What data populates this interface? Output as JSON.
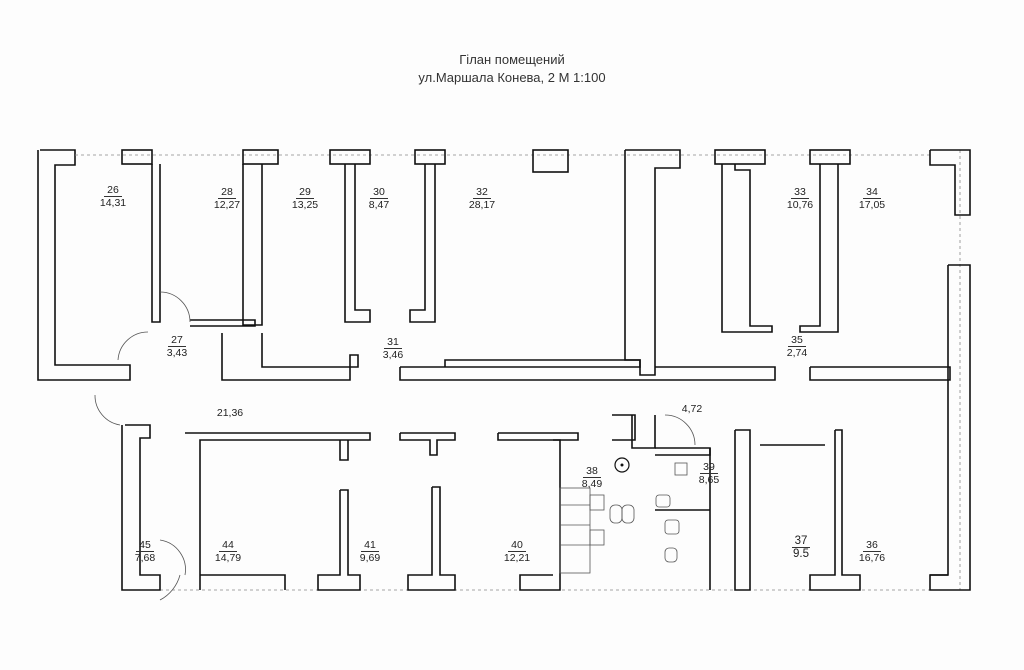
{
  "header": {
    "title": "Гілан помещений",
    "subtitle": "ул.Маршала Конева, 2    М 1:100"
  },
  "rooms": [
    {
      "num": "26",
      "area": "14,31"
    },
    {
      "num": "28",
      "area": "12,27"
    },
    {
      "num": "29",
      "area": "13,25"
    },
    {
      "num": "30",
      "area": "8,47"
    },
    {
      "num": "32",
      "area": "28,17"
    },
    {
      "num": "33",
      "area": "10,76"
    },
    {
      "num": "34",
      "area": "17,05"
    },
    {
      "num": "27",
      "area": "3,43"
    },
    {
      "num": "31",
      "area": "3,46"
    },
    {
      "num": "35",
      "area": "2,74"
    },
    {
      "num": "",
      "area": "21,36"
    },
    {
      "num": "",
      "area": "4,72"
    },
    {
      "num": "38",
      "area": "8,49"
    },
    {
      "num": "39",
      "area": "8,65"
    },
    {
      "num": "45",
      "area": "7,68"
    },
    {
      "num": "44",
      "area": "14,79"
    },
    {
      "num": "41",
      "area": "9,69"
    },
    {
      "num": "40",
      "area": "12,21"
    },
    {
      "num": "37",
      "area": "9.5"
    },
    {
      "num": "36",
      "area": "16,76"
    }
  ]
}
